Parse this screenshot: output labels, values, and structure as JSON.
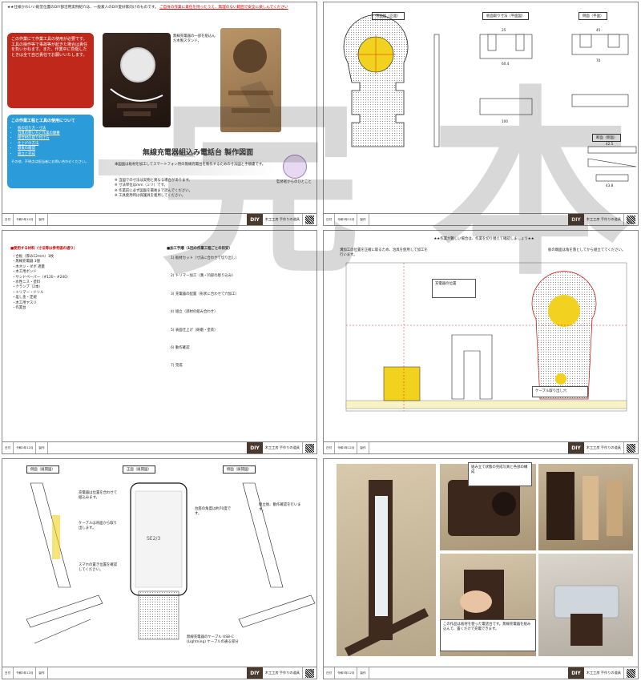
{
  "header_notice": "★★仕様かわいい殿堂位置のDIY部活用実例紹介は、一般素人のDIY愛好家向けのものです。",
  "header_notice_red": "ご自身の作業に責任を持ったうえ、無理のない範囲で安全に楽しんでください",
  "redbox_text": "この作業にて作業工具の使用が必要です。工具の操作等で事故等が起きた場合は責任を負いかねます。また、作業中に負傷したときは全て自己責任でお願いいたします。",
  "bluebox_title": "この作業工程と工具の使用について",
  "bluebox_items": [
    "板の切り方・寸法",
    "治具の使い方と作業の順番",
    "接合材の取り付け方",
    "仕上げの方法",
    "最後の確認",
    "組立と完成"
  ],
  "bluebox_footer": "その他、不明点は担当者にお問い合わせください。",
  "photo_caption": "無線充電器の一部を組込んだ木製スタンド。",
  "main_title": "無線充電器組込み電話台 製作図面",
  "intro_text": "本図面は板材を加工してスマートフォン用の無線充電台を製作するための寸法図と手順書です。",
  "bullet_notes": [
    "※ 当図での寸法は実物と異なる場合があります。",
    "※ 寸法単位はmm（ミリ）です。",
    "※ 作業前に必ず図面を最後まで読んでください。",
    "※ 工具使用時は保護具を着用してください。"
  ],
  "mascot_caption": "監修者からのひとこと",
  "footer": {
    "date": "日付",
    "page_info": "令和5年12月",
    "author": "製作",
    "brand": "DIY",
    "tagline": "木工工房 手作りの道具"
  },
  "p2_labels": {
    "front": "背面図（正面）",
    "side_top": "板面取り寸法（平面図）",
    "side": "側面（平面）",
    "section": "断面（側面）"
  },
  "p2_dims": [
    "25",
    "45",
    "60.4",
    "70",
    "100",
    "42.5",
    "43.8"
  ],
  "p3_left_heading": "■使用する材料（寸法等は参考図の通り）",
  "p3_left_items": [
    "・合板（厚み12mm）1枚",
    "・無線充電器 1個",
    "・木ネジ・ダボ 適量",
    "・木工用ボンド",
    "・サンドペーパー（#120・#240）",
    "・水性ニス・塗料",
    "・クランプ（2本）",
    "・トリマー・ドリル",
    "・差し金・定規",
    "・木工用ヤスリ",
    "・作業台"
  ],
  "p3_right_heading": "■加工手順（1回の作業工程ごとの目安）",
  "p3_right_steps": [
    "1) 板材カット（寸法に合わせて切り出し）",
    "2) トリマー加工（溝・凹部の彫り込み）",
    "3) 充電器の配置（形状に合わせて穴加工）",
    "4) 組立（部材の組み合わせ）",
    "5) 表面仕上げ（研磨・塗装）",
    "6) 動作確認",
    "7) 完成"
  ],
  "p4_heading": "★★作業が難しい場合は、作業を切り替えて確認しましょう★★",
  "p4_note1": "溝加工の位置を正確に取るため、治具を使用して加工を行います。",
  "p4_note2": "板の端面は角を落としてから組立ててください。",
  "p4_callout1": "充電器の位置",
  "p4_callout2": "ケーブル取り出し穴",
  "p5_labels": [
    "側面（展開図）",
    "正面（展開図）",
    "側面（展開図）"
  ],
  "p5_phone_model": "SE2/3",
  "p5_notes": [
    "充電器は位置を合わせて組込みます。",
    "ケーブルは背面から取り出します。",
    "スマホの置き位置を確認してください。",
    "台座の角度は約70度です。",
    "組立後、動作確認を行います。"
  ],
  "p5_cable_note": "無線充電器のケーブル USB-C (Lightning) ケーブルの通る部分",
  "p6_caption_top": "組み立て状態の完成写真と各部の構成",
  "p6_caption_box": "この作品は板材を使った電話台です。無線充電器を組み込んで、置くだけで充電できます。",
  "watermark": "完 本"
}
